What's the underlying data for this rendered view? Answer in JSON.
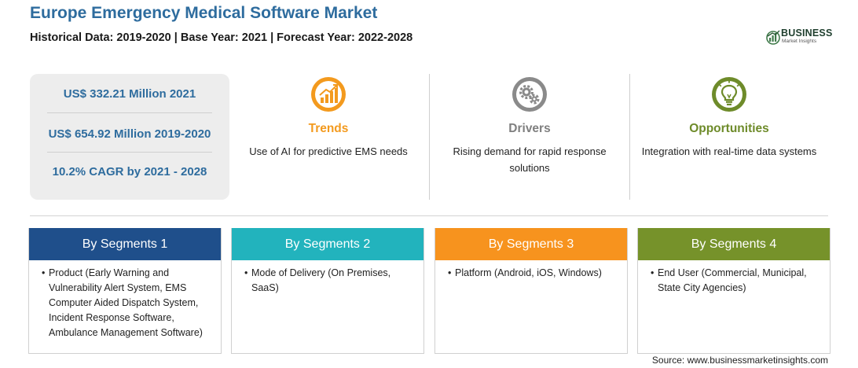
{
  "header": {
    "title": "Europe Emergency Medical Software Market",
    "subtitle": "Historical Data: 2019-2020 | Base Year: 2021 | Forecast Year: 2022-2028"
  },
  "logo": {
    "word": "BUSINESS",
    "sub": "Market Insights"
  },
  "stats": [
    {
      "text": "US$ 332.21 Million 2021"
    },
    {
      "text": "US$ 654.92 Million 2019-2020"
    },
    {
      "text": "10.2% CAGR by 2021 - 2028"
    }
  ],
  "factors": [
    {
      "icon": "trend-chart-icon",
      "label": "Trends",
      "desc": "Use of AI for predictive EMS needs",
      "color": "#f39a1e"
    },
    {
      "icon": "gears-icon",
      "label": "Drivers",
      "desc": "Rising demand for rapid response solutions",
      "color": "#7f7f7f"
    },
    {
      "icon": "lightbulb-icon",
      "label": "Opportunities",
      "desc": "Integration with real-time data systems",
      "color": "#6e8b2a"
    }
  ],
  "segments": [
    {
      "title": "By Segments 1",
      "color": "#1f4f8b",
      "item": "Product (Early Warning and Vulnerability Alert System, EMS Computer Aided Dispatch System, Incident Response Software, Ambulance Management Software)"
    },
    {
      "title": "By Segments 2",
      "color": "#22b3bd",
      "item": "Mode of Delivery (On Premises, SaaS)"
    },
    {
      "title": "By Segments 3",
      "color": "#f7931e",
      "item": "Platform (Android, iOS, Windows)"
    },
    {
      "title": "By Segments 4",
      "color": "#76922a",
      "item": "End User (Commercial, Municipal, State City Agencies)"
    }
  ],
  "source": "Source: www.businessmarketinsights.com"
}
